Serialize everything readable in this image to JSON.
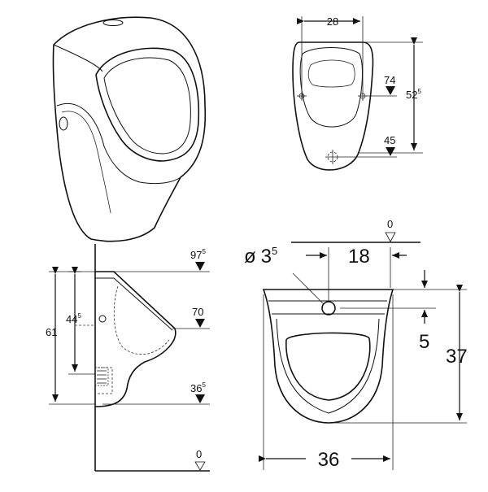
{
  "dimensions": {
    "top_view": {
      "width": "28",
      "height_main": "52",
      "height_sup": "5",
      "level_74": "74",
      "level_45": "45"
    },
    "side_view": {
      "level_97_main": "97",
      "level_97_sup": "5",
      "level_70": "70",
      "level_36_main": "36",
      "level_36_sup": "5",
      "level_0": "0",
      "height_61": "61",
      "height_44_main": "44",
      "height_44_sup": "5"
    },
    "front_view": {
      "level_0": "0",
      "diameter_symbol": "ø",
      "diameter_main": "3",
      "diameter_sup": "5",
      "offset_18": "18",
      "drop_5": "5",
      "height_37": "37",
      "width_36": "36"
    }
  }
}
